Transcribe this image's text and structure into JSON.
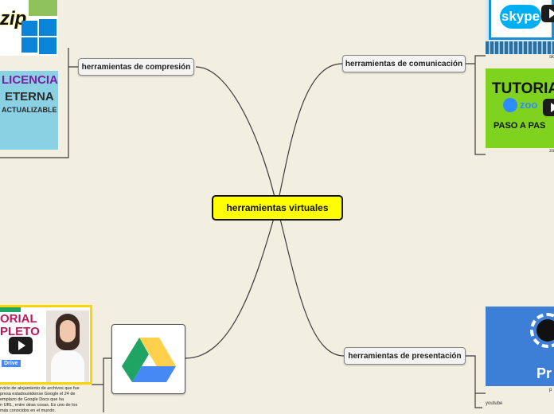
{
  "root": {
    "label": "herramientas virtuales"
  },
  "branches": {
    "compresion": {
      "label": "herramientas de compresión"
    },
    "comunicacion": {
      "label": "herramientas de comunicación"
    },
    "presentacion": {
      "label": "herramientas de presentación"
    }
  },
  "media": {
    "zip_thumb": {
      "text": "zip"
    },
    "licencia_thumb": {
      "line1": "LICENCIA",
      "line2": "ETERNA",
      "line3": "ACTUALIZABLE"
    },
    "skype_thumb": {
      "logo_text": "skype",
      "caption": "sk"
    },
    "zoom_thumb": {
      "line1": "TUTORIA",
      "logo_text": "zoo",
      "line3": "PASO A PAS",
      "caption": "zo"
    },
    "drive_video": {
      "line1": "ORIAL",
      "line2": "PLETO",
      "badge": "Drive"
    },
    "drive_desc": "rvicio de alojamiento de archivos que fue\npresa estadounidense Google el 24 de\nemplazo de Google Docs que ha\nn URL, entre otras cosas. Es uno de los\nmás conocidos en el mundo.",
    "presentacion_thumb": {
      "text": "Pr",
      "caption": "p"
    },
    "youtube_caption": "youtube"
  },
  "colors": {
    "background": "#f2efe0",
    "root_fill": "#ffff00",
    "link": "#3a3a3a",
    "skype_blue": "#00aff0",
    "zoom_green": "#7fd31e",
    "drive_green": "#1fa463",
    "drive_yellow": "#ffd04b",
    "drive_blue": "#4688f4"
  }
}
